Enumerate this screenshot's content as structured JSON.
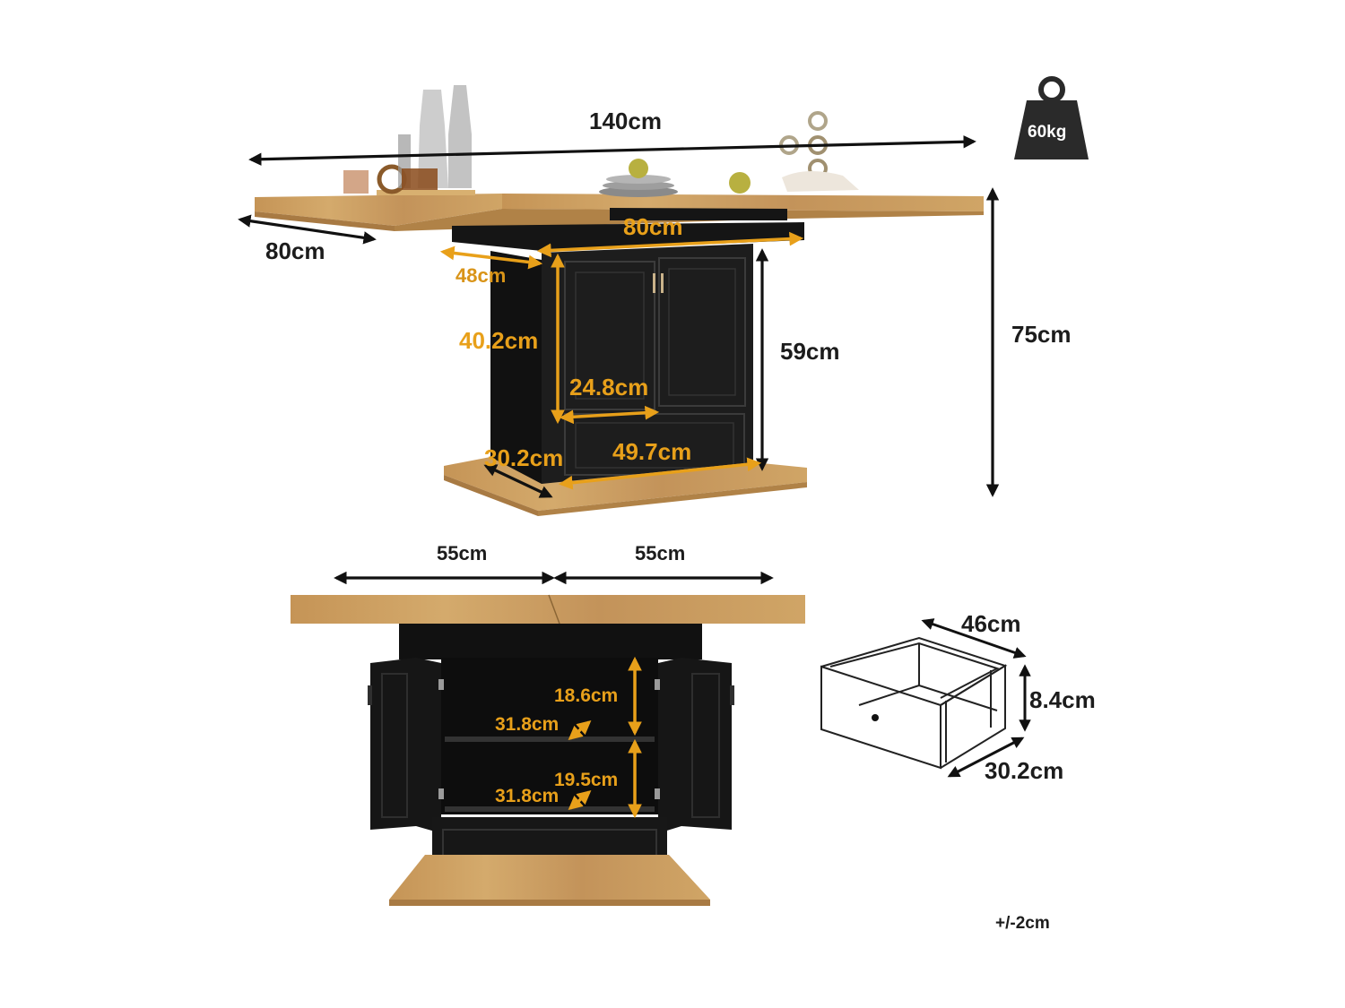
{
  "weight": {
    "label": "60kg"
  },
  "dimensions": {
    "top_width": "140cm",
    "top_depth": "80cm",
    "cabinet_width": "80cm",
    "cabinet_depth": "48cm",
    "total_height": "75cm",
    "cabinet_height": "59cm",
    "door_height": "40.2cm",
    "door_width": "24.8cm",
    "drawer_front_width": "49.7cm",
    "base_depth": "30.2cm",
    "leaf_left": "55cm",
    "leaf_right": "55cm",
    "upper_shelf_height": "18.6cm",
    "upper_shelf_depth": "31.8cm",
    "lower_shelf_height": "19.5cm",
    "lower_shelf_depth": "31.8cm",
    "drawer_width": "46cm",
    "drawer_height": "8.4cm",
    "drawer_depth": "30.2cm",
    "tolerance": "+/-2cm"
  },
  "colors": {
    "wood": "#c79a5e",
    "wood_dark": "#a87a43",
    "cabinet": "#1b1b1b",
    "cabinet_panel": "#262626",
    "dimension_black": "#111111",
    "dimension_orange": "#e8a01a"
  }
}
